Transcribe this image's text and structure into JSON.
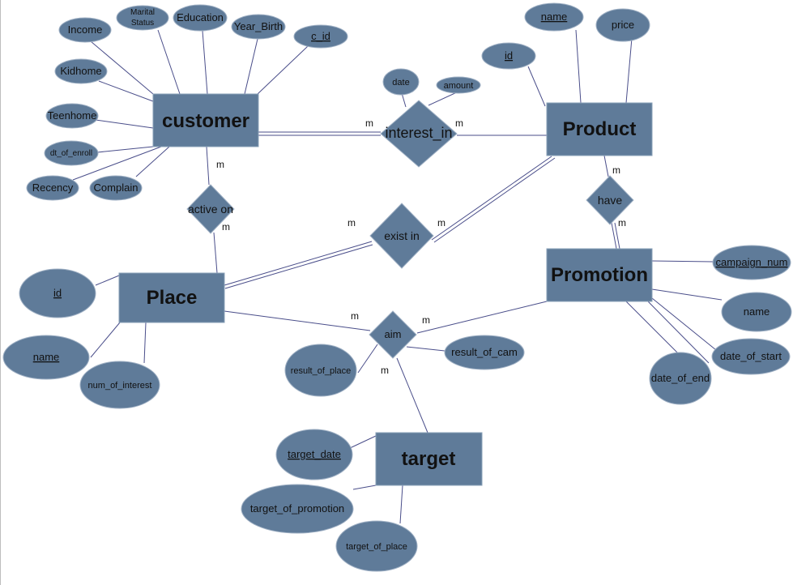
{
  "entities": {
    "customer": "customer",
    "product": "Product",
    "place": "Place",
    "promotion": "Promotion",
    "target": "target"
  },
  "relationships": {
    "interest_in": "interest_in",
    "active_on": "active on",
    "exist_in": "exist in",
    "have": "have",
    "aim": "aim"
  },
  "attributes": {
    "customer": {
      "income": "Income",
      "marital_status_line1": "Marital",
      "marital_status_line2": "Status",
      "education": "Education",
      "year_birth": "Year_Birth",
      "c_id": "c_id",
      "kidhome": "Kidhome",
      "teenhome": "Teenhome",
      "dt_of_enroll": "dt_of_enroll",
      "recency": "Recency",
      "complain": "Complain"
    },
    "interest_in": {
      "date": "date",
      "amount": "amount"
    },
    "product": {
      "name": "name",
      "price": "price",
      "id": "id"
    },
    "place": {
      "id": "id",
      "name": "name",
      "num_of_interest": "num_of_interest"
    },
    "promotion": {
      "campaign_num": "campaign_num",
      "name": "name",
      "date_of_start": "date_of_start",
      "date_of_end": "date_of_end"
    },
    "aim": {
      "result_of_place": "result_of_place",
      "result_of_cam": "result_of_cam"
    },
    "target": {
      "target_date": "target_date",
      "target_of_promotion": "target_of_promotion",
      "target_of_place": "target_of_place"
    }
  },
  "cardinality": {
    "m": "m"
  },
  "colors": {
    "shape_fill": "#5f7b99",
    "line": "#4a4e8a",
    "text": "#111111"
  }
}
